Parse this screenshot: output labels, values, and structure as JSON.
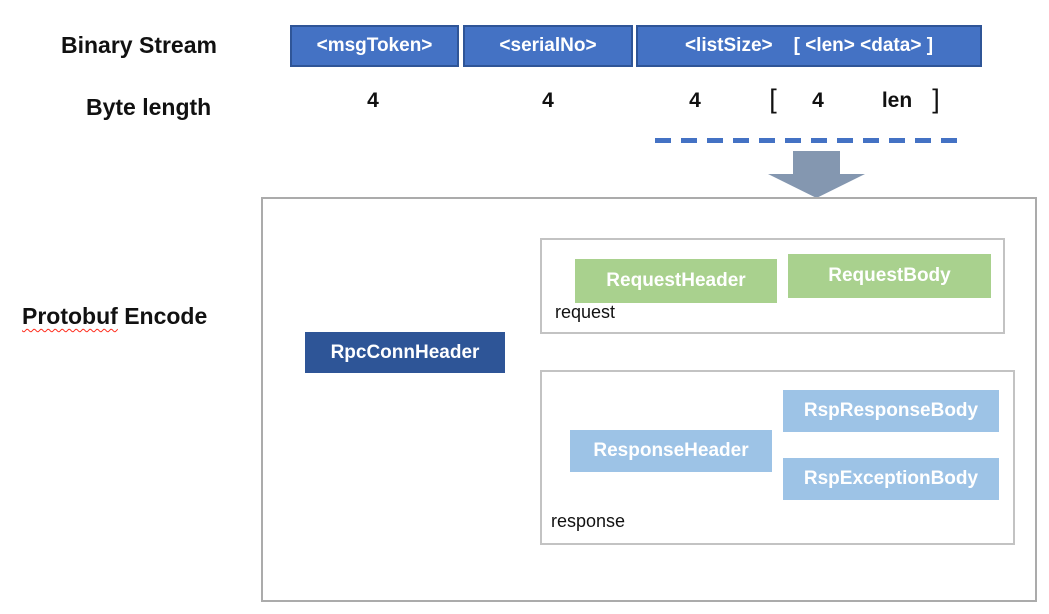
{
  "colors": {
    "segment_fill": "#4472c4",
    "segment_border": "#2f5597",
    "conn_header_fill": "#2e5597",
    "request_fill": "#a9d18e",
    "response_fill": "#9dc3e6",
    "arrow_fill": "#8497b0",
    "dashed_line": "#4472c4",
    "outer_border": "#ababab",
    "group_border": "#c3c3c3",
    "text_dark": "#111111",
    "text_white": "#ffffff",
    "squiggle": "#ff2a1a"
  },
  "binary_stream": {
    "row_label": "Binary Stream",
    "segment_msg_token": "<msgToken>",
    "segment_serial_no": "<serialNo>",
    "segment_list_size": "<listSize>",
    "segment_list_items": "[ <len> <data> ]"
  },
  "byte_length": {
    "row_label": "Byte length",
    "msg_token_bytes": "4",
    "serial_no_bytes": "4",
    "list_size_bytes": "4",
    "bracket_open": "[",
    "len_bytes": "4",
    "data_bytes": "len",
    "bracket_close": "]"
  },
  "protobuf_encode": {
    "row_label_word1": "Protobuf",
    "row_label_word2": "Encode",
    "rpc_conn_header": "RpcConnHeader",
    "request_group": {
      "label": "request",
      "request_header": "RequestHeader",
      "request_body": "RequestBody"
    },
    "response_group": {
      "label": "response",
      "response_header": "ResponseHeader",
      "rsp_response_body": "RspResponseBody",
      "rsp_exception_body": "RspExceptionBody"
    }
  }
}
